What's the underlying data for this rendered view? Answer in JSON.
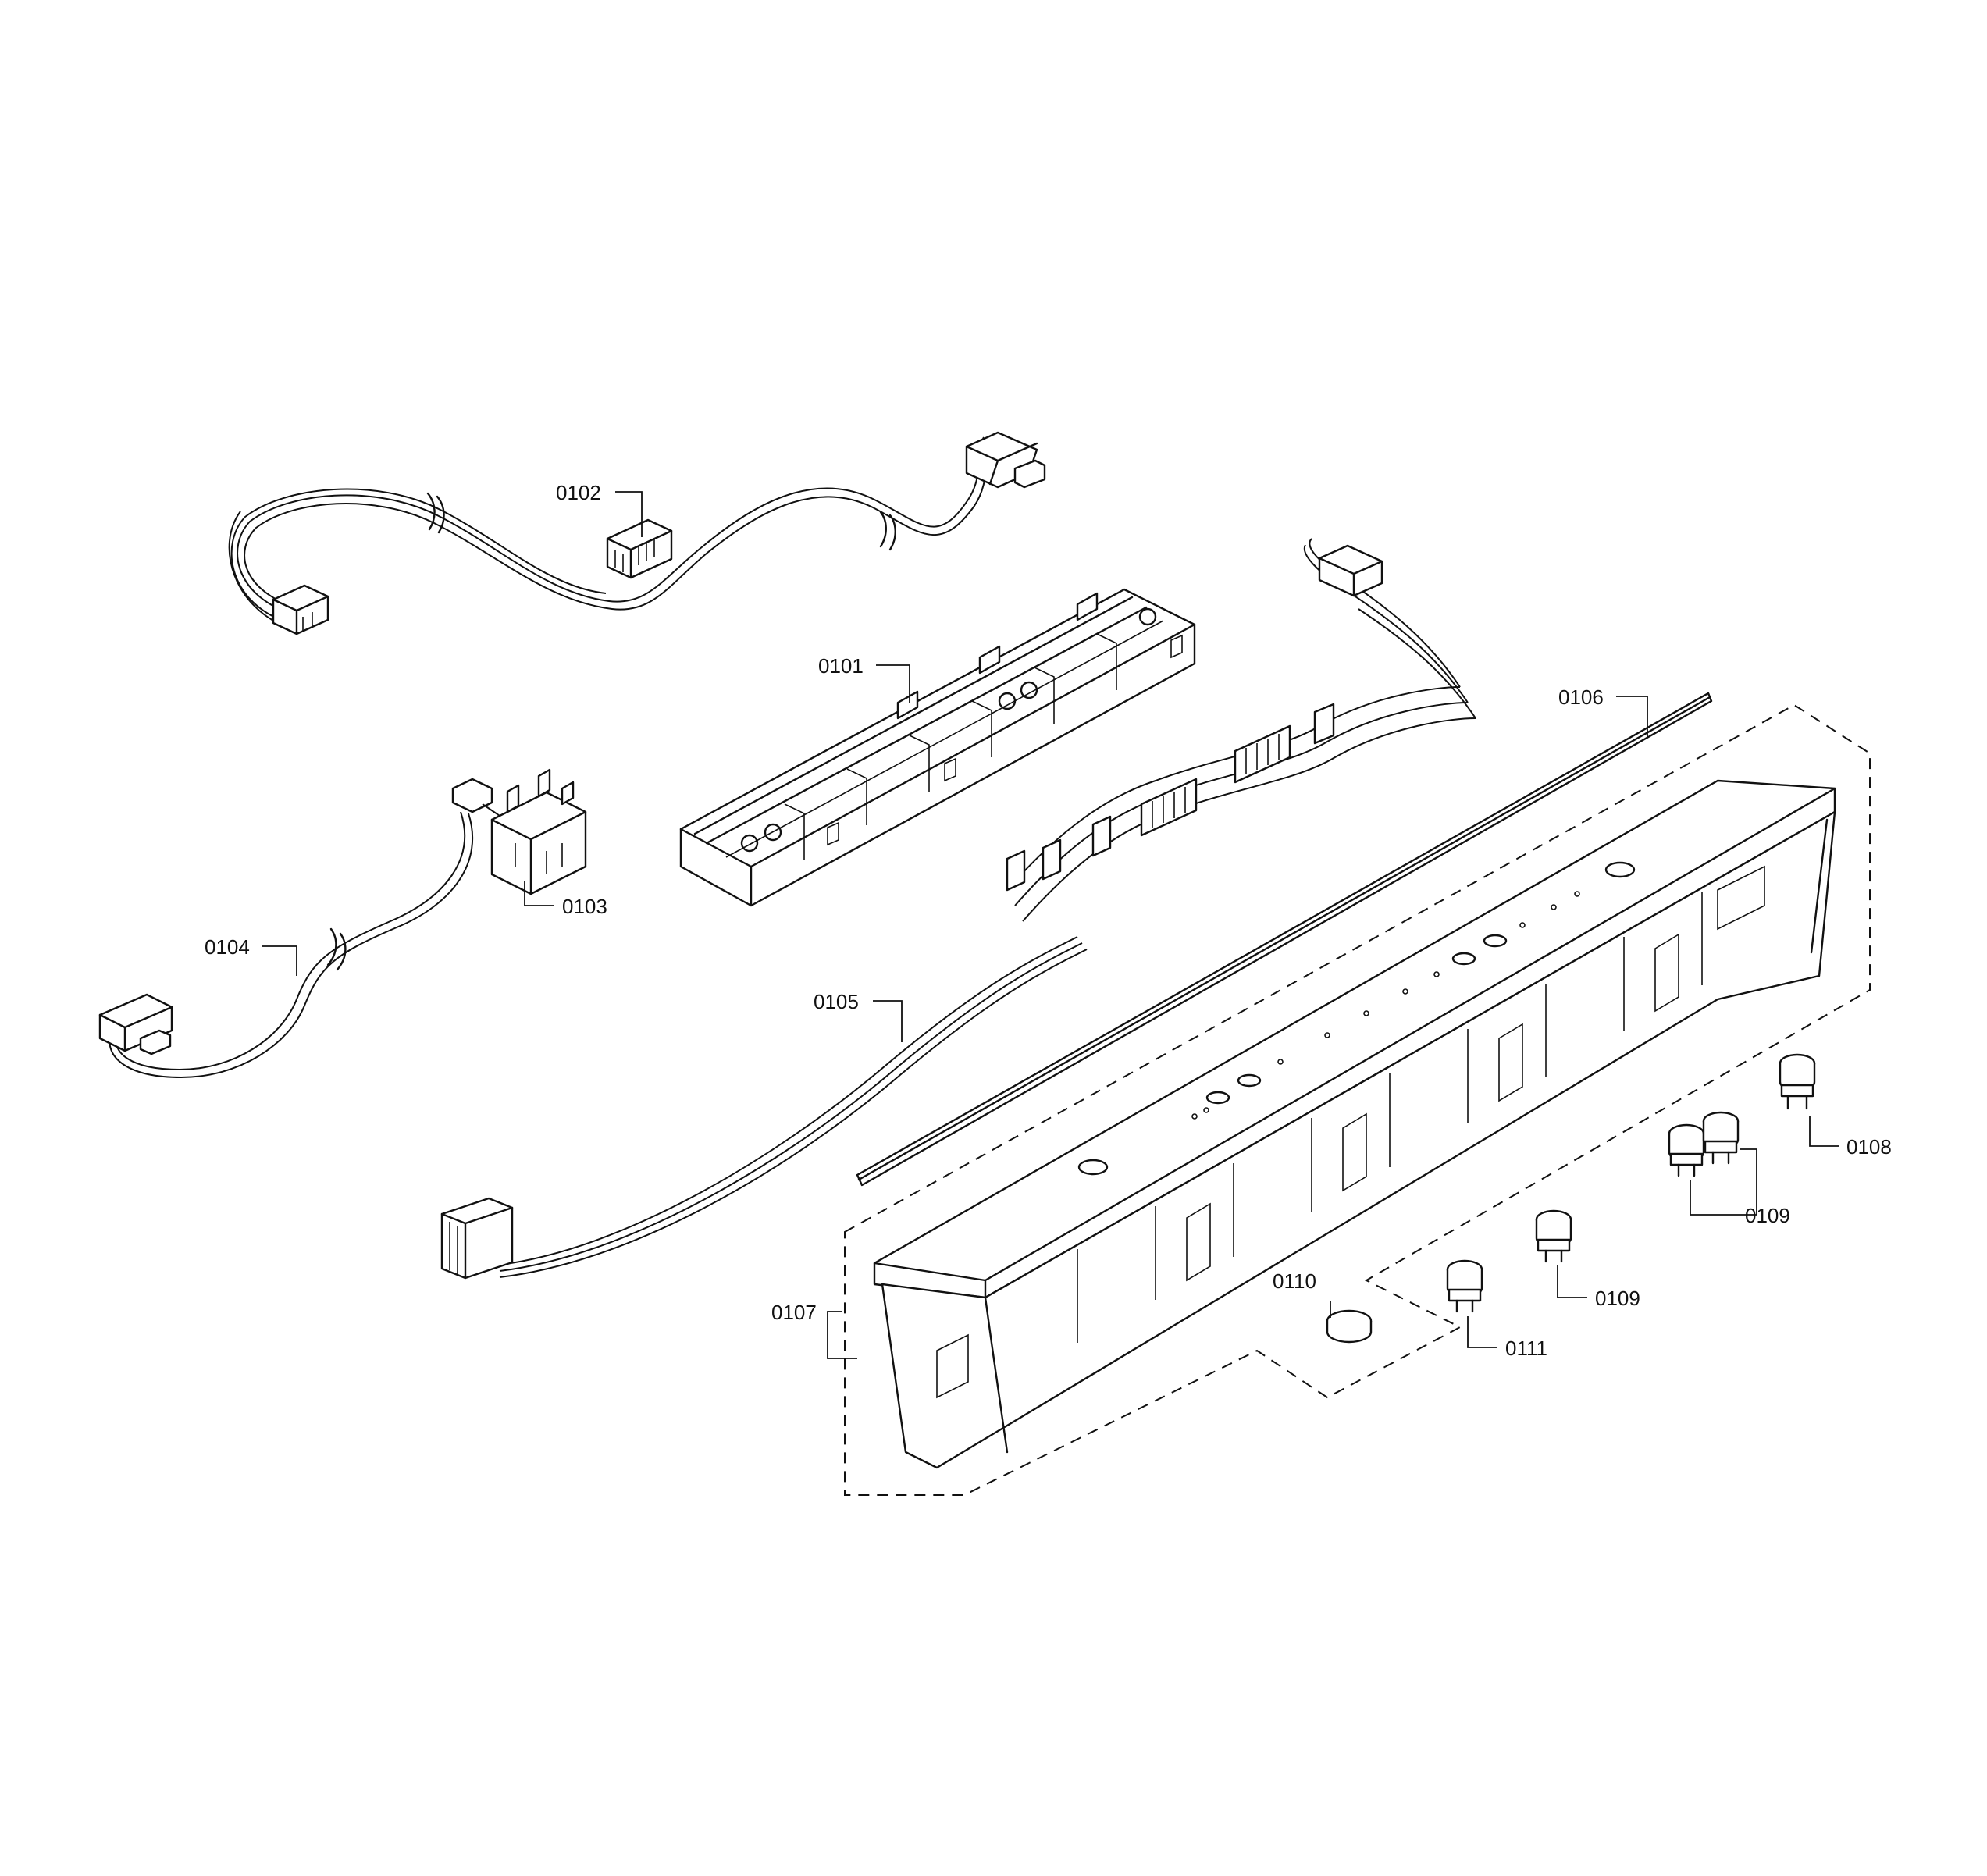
{
  "callouts": [
    {
      "id": "0101",
      "text": "0101"
    },
    {
      "id": "0102",
      "text": "0102"
    },
    {
      "id": "0103",
      "text": "0103"
    },
    {
      "id": "0104",
      "text": "0104"
    },
    {
      "id": "0105",
      "text": "0105"
    },
    {
      "id": "0106",
      "text": "0106"
    },
    {
      "id": "0107",
      "text": "0107"
    },
    {
      "id": "0108",
      "text": "0108"
    },
    {
      "id": "0109a",
      "text": "0109"
    },
    {
      "id": "0109b",
      "text": "0109"
    },
    {
      "id": "0110",
      "text": "0110"
    },
    {
      "id": "0111",
      "text": "0111"
    }
  ]
}
